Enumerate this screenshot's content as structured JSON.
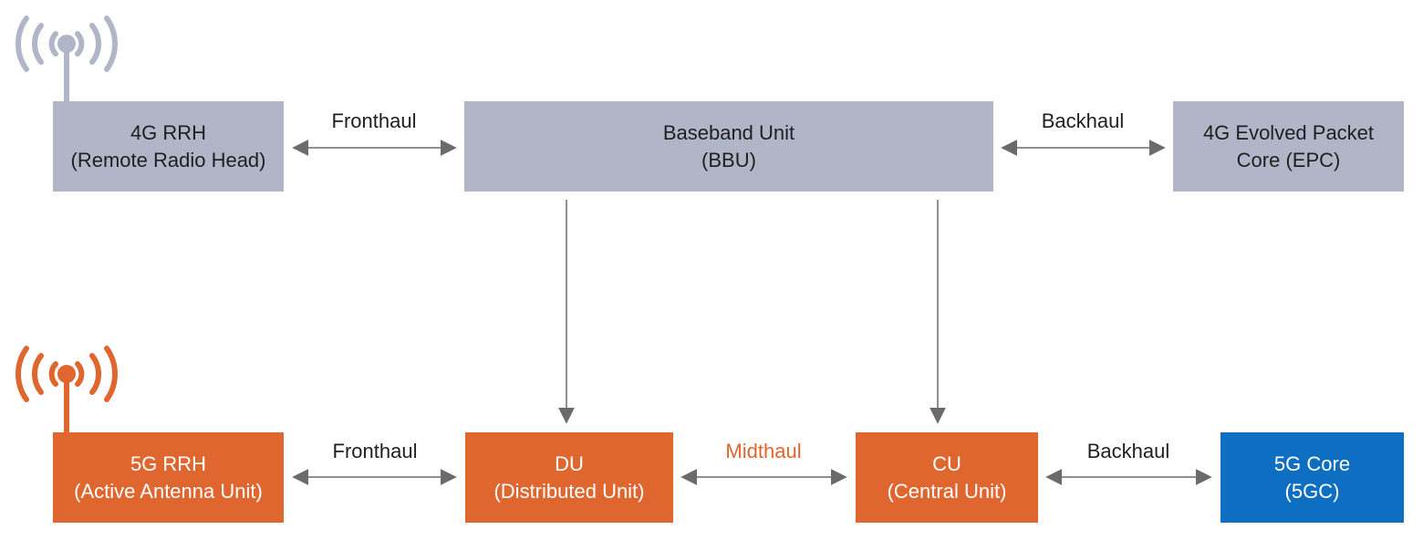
{
  "colors": {
    "legacy_box": "#b0b6c8",
    "nr_box": "#e06630",
    "core_5g": "#0e6fc2",
    "arrow": "#6b6b6b",
    "accent_text": "#e06630"
  },
  "icons": {
    "antenna_4g": "radio-antenna-icon",
    "antenna_5g": "radio-antenna-icon"
  },
  "row_4g": {
    "rrh": {
      "line1": "4G RRH",
      "line2": "(Remote Radio Head)"
    },
    "fronthaul_label": "Fronthaul",
    "bbu": {
      "line1": "Baseband Unit",
      "line2": "(BBU)"
    },
    "backhaul_label": "Backhaul",
    "epc": {
      "line1": "4G Evolved Packet",
      "line2": "Core (EPC)"
    }
  },
  "row_5g": {
    "rrh": {
      "line1": "5G RRH",
      "line2": "(Active Antenna Unit)"
    },
    "fronthaul_label": "Fronthaul",
    "du": {
      "line1": "DU",
      "line2": "(Distributed Unit)"
    },
    "midhaul_label": "Midthaul",
    "cu": {
      "line1": "CU",
      "line2": "(Central Unit)"
    },
    "backhaul_label": "Backhaul",
    "core": {
      "line1": "5G Core",
      "line2": "(5GC)"
    }
  }
}
